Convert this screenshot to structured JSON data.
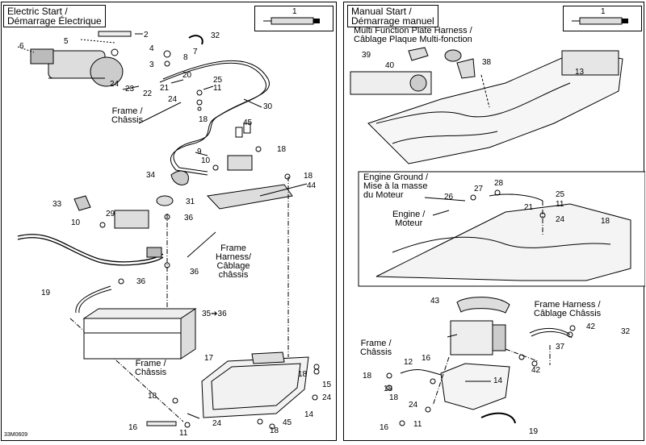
{
  "left": {
    "title": [
      "Electric Start /",
      "Démarrage Électrique"
    ],
    "callout_number": "1",
    "frame_label_1": [
      "Frame /",
      "Châssis"
    ],
    "frame_label_2": [
      "Frame /",
      "Châssis"
    ],
    "harness_label": [
      "Frame",
      "Harness/",
      "Câblage",
      "châssis"
    ],
    "numbers": [
      "2",
      "3",
      "4",
      "5",
      "6",
      "7",
      "8",
      "9",
      "10",
      "10",
      "11",
      "11",
      "14",
      "15",
      "16",
      "17",
      "18",
      "18",
      "18",
      "18",
      "18",
      "19",
      "20",
      "21",
      "22",
      "23",
      "24",
      "24",
      "24",
      "25",
      "29",
      "30",
      "31",
      "32",
      "33",
      "34",
      "35➔36",
      "36",
      "36",
      "36",
      "44",
      "45",
      "45",
      "18",
      "24"
    ]
  },
  "right": {
    "title": [
      "Manual Start /",
      "Démarrage manuel"
    ],
    "callout_number": "1",
    "mfp_header": [
      "Multi Function Plate Harness /",
      "Câblage Plaque Multi-fonction"
    ],
    "engine_ground_header": [
      "Engine Ground /",
      "Mise à la masse",
      "du Moteur"
    ],
    "engine_label": [
      "Engine /",
      "Moteur"
    ],
    "frame_harness_label": [
      "Frame Harness /",
      "Câblage Châssis"
    ],
    "frame_label": [
      "Frame /",
      "Châssis"
    ],
    "numbers": [
      "39",
      "40",
      "38",
      "13",
      "28",
      "27",
      "26",
      "21",
      "25",
      "11",
      "24",
      "18",
      "43",
      "42",
      "32",
      "37",
      "12",
      "16",
      "18",
      "14",
      "18",
      "42",
      "24",
      "11",
      "16",
      "19",
      "18"
    ]
  },
  "doc_id": "33M0609"
}
